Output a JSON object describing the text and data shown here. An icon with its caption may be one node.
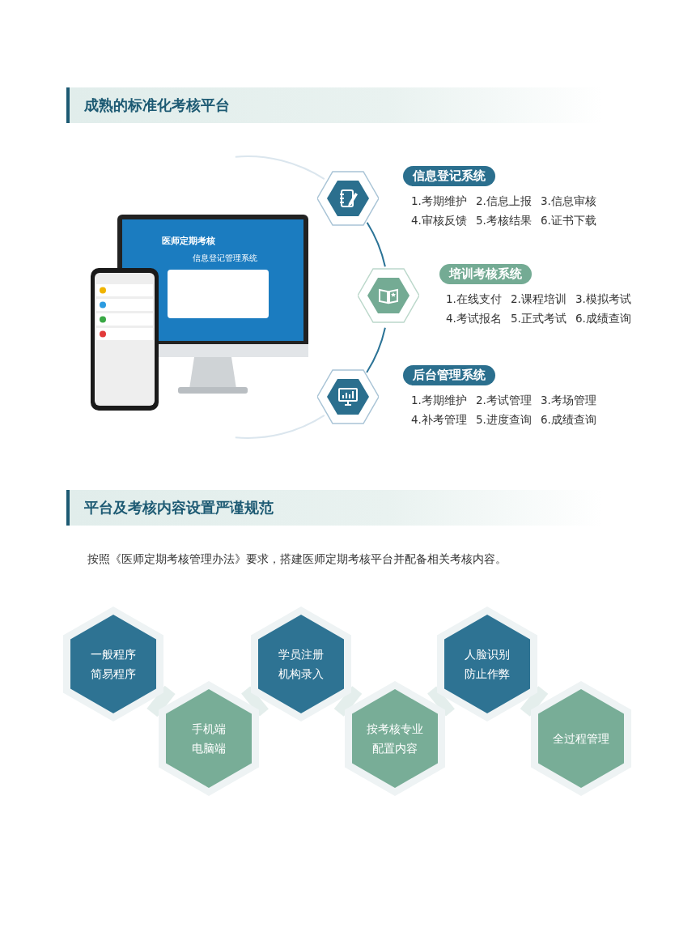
{
  "diagram": {
    "nodes": [
      {
        "text": [
          "信息登记系统",
          "1.考期维护",
          "2.信息上报",
          "3.信息审核",
          "4.审核反馈",
          "5.考核结果",
          "6.证书下载"
        ]
      },
      {
        "text": [
          "培训考核系统",
          "1.在线支付",
          "2.课程培训",
          "3.模拟考试",
          "4.考试报名",
          "5.正式考试",
          "6.成绩查询"
        ]
      },
      {
        "text": [
          "后台管理系统",
          "1.考期维护",
          "2.考试管理",
          "3.考场管理",
          "4.补考管理",
          "5.进度查询",
          "6.成绩查询"
        ]
      },
      {
        "text": [
          "一般程序",
          "简易程序"
        ]
      },
      {
        "text": [
          "手机端",
          "电脑端"
        ]
      },
      {
        "text": [
          "学员注册",
          "机构录入"
        ]
      },
      {
        "text": [
          "按考核专业配置内容"
        ]
      },
      {
        "text": [
          "人脸识别",
          "防止作弊"
        ]
      },
      {
        "text": [
          "全过程管理"
        ]
      }
    ],
    "edges": [
      {
        "from": 0,
        "to": 1,
        "arrow": "none",
        "color": "#2b7396"
      },
      {
        "from": 1,
        "to": 2,
        "arrow": "none",
        "color": "#2b7396"
      },
      {
        "from": 3,
        "to": 4,
        "arrow": "none"
      },
      {
        "from": 4,
        "to": 5,
        "arrow": "none"
      },
      {
        "from": 5,
        "to": 6,
        "arrow": "none"
      },
      {
        "from": 6,
        "to": 7,
        "arrow": "none"
      },
      {
        "from": 7,
        "to": 8,
        "arrow": "none"
      }
    ],
    "labels": [
      "成熟的标准化考核平台",
      "医师定期考核",
      "信息登记管理系统",
      "平台及考核内容设置严谨规范",
      "按照《医师定期考核管理办法》要求，搭建医师定期考核平台并配备相关考核内容。"
    ]
  }
}
